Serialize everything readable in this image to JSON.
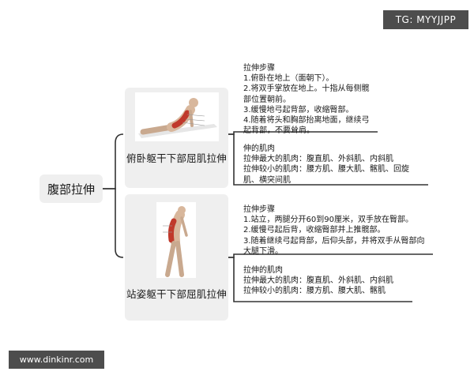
{
  "watermark_top": "TG: MYYJJPP",
  "watermark_bottom": "www.dinkinr.com",
  "root": {
    "label": "腹部拉伸"
  },
  "branches": [
    {
      "title": "俯卧躯干下部屈肌拉伸",
      "illustration": "prone-back-extension-stretch-figure",
      "steps_text": "拉伸步骤\n1.俯卧在地上（面朝下）。\n2.将双手掌放在地上。十指从每侧髋\n部位置朝前。\n3.缓慢地弓起背部，收缩臀部。\n4.随着将头和胸部抬离地面，继续弓\n起背部，不要耸肩。",
      "muscles_text": "伸的肌肉\n拉伸最大的肌肉：腹直肌、外斜肌、内斜肌\n拉伸较小的肌肉：腰方肌、腰大肌、髂肌、回旋\n肌、横突间肌"
    },
    {
      "title": "站姿躯干下部屈肌拉伸",
      "illustration": "standing-back-bend-stretch-figure",
      "steps_text": "拉伸步骤\n1.站立，两腿分开60到90厘米，双手放在臀部。\n2.缓慢弓起后背，收缩臀部并上推髋部。\n3.随着继续弓起背部，后仰头部，并将双手从臀部向\n大腿下滑。",
      "muscles_text": "拉伸的肌肉\n拉伸最大的肌肉：腹直肌、外斜肌、内斜肌\n拉伸较小的肌肉：腰方肌、腰大肌、髂肌"
    }
  ],
  "colors": {
    "line": "#333333",
    "box": "#efefef",
    "muscle": "#c0392b",
    "watermark_bg": "#4d4d4d"
  }
}
